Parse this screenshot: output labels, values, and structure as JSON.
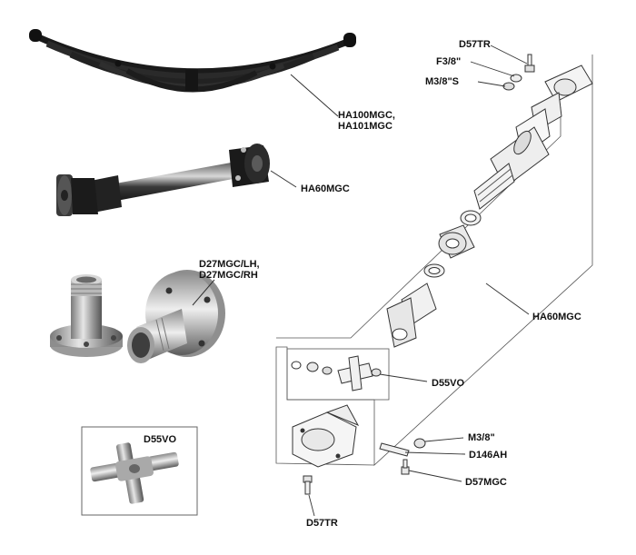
{
  "labels": {
    "leaf_spring": [
      "HA100MGC,",
      "HA101MGC"
    ],
    "prop_shaft_photo": "HA60MGC",
    "hub": [
      "D27MGC/LH,",
      "D27MGC/RH"
    ],
    "inset": "D55VO",
    "bolt_top": "D57TR",
    "washer_top": "F3/8\"",
    "nut_top": "M3/8\"S",
    "prop_shaft_exploded": "HA60MGC",
    "ujoint": "D55VO",
    "nut_bottom": "M3/8\"",
    "lock_tab": "D146AH",
    "bolt_bottom": "D57MGC",
    "bolt_left": "D57TR"
  },
  "colors": {
    "metal_dark": "#1e1e1e",
    "metal_mid": "#6f6f6f",
    "metal_light": "#c9c9c9",
    "line": "#333333"
  }
}
